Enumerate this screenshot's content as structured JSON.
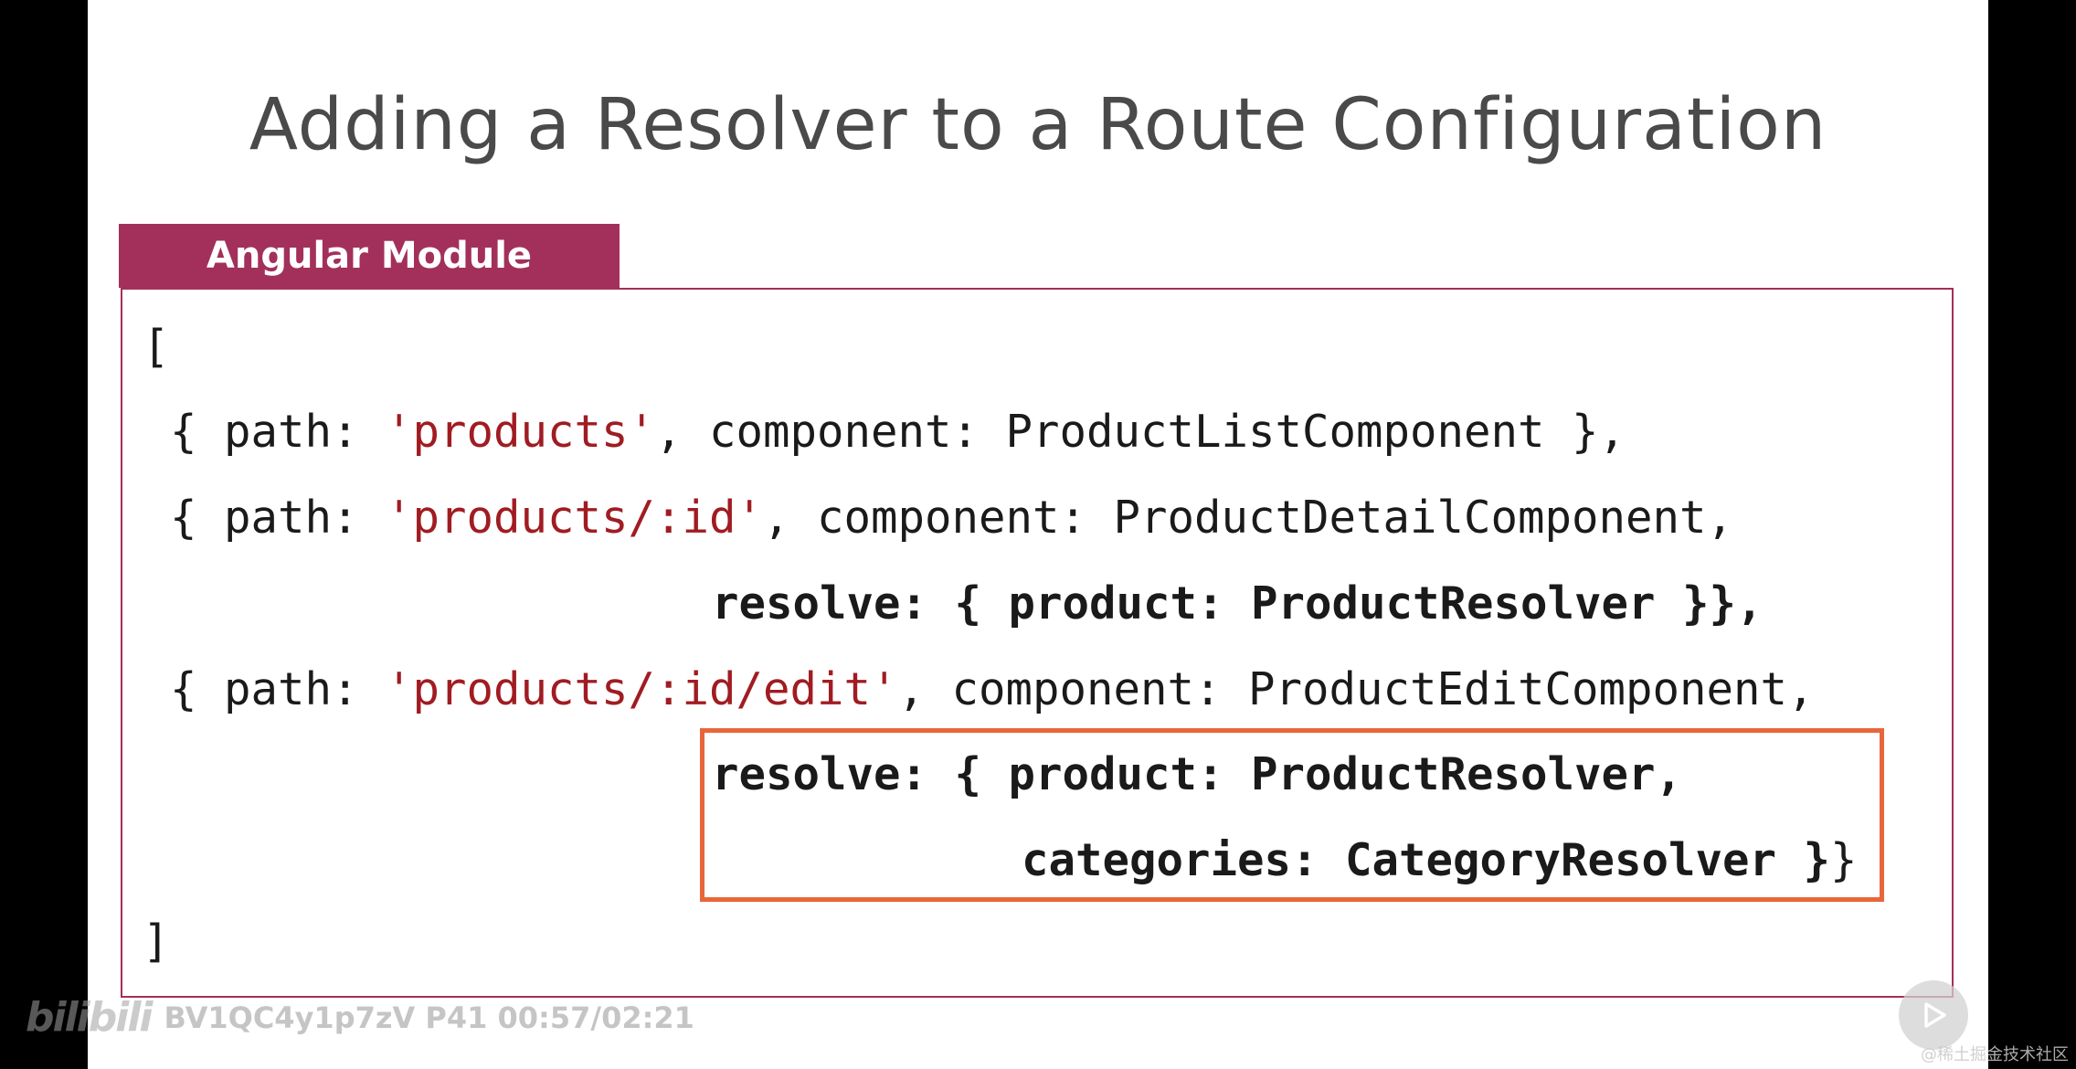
{
  "slide": {
    "title": "Adding a Resolver to a Route Configuration",
    "module_label": "Angular Module"
  },
  "code": {
    "open_bracket": "[",
    "line1": {
      "pre": "{ path: ",
      "str": "'products'",
      "post": ", component: ProductListComponent },"
    },
    "line2": {
      "pre": "{ path: ",
      "str": "'products/:id'",
      "post": ", component: ProductDetailComponent,"
    },
    "line3": "resolve: { product: ProductResolver }},",
    "line4": {
      "pre": "{ path: ",
      "str": "'products/:id/edit'",
      "post": ", component: ProductEditComponent,"
    },
    "line5": "resolve: { product: ProductResolver,",
    "line6": "categories: CategoryResolver }",
    "line6_tail": "}",
    "close_bracket": "]"
  },
  "watermark": {
    "logo": "bilibili",
    "video_id": "BV1QC4y1p7zV P41 00:57/02:21"
  },
  "corner_note": "@稀土掘金技术社区",
  "icons": {
    "play": "play-icon"
  },
  "colors": {
    "accent": "#a3305a",
    "string": "#a01c22",
    "highlight": "#e8663a"
  }
}
